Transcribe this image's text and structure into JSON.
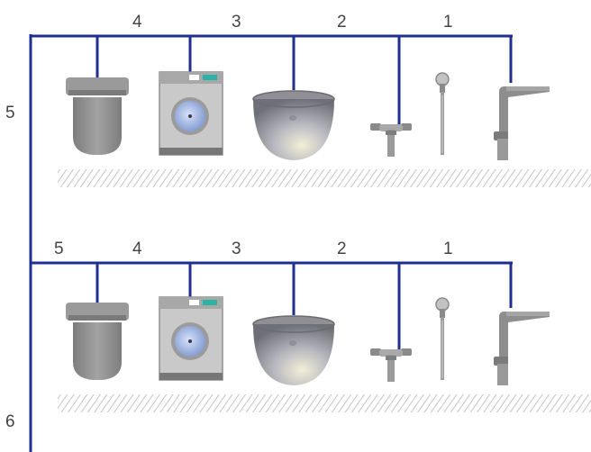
{
  "colors": {
    "pipe": "#1f2f8f",
    "fixture_dark": "#8a8a8a",
    "fixture_mid": "#a9a9a9",
    "fixture_light": "#d2d2d2",
    "drum_blue": "#a7bde8",
    "floor_hatch": "#c9c9c9"
  },
  "rows": [
    {
      "segment_labels": [
        "4",
        "3",
        "2",
        "1"
      ],
      "riser_label": "5",
      "fixtures": [
        {
          "icon": "toilet-icon"
        },
        {
          "icon": "washing-machine-icon"
        },
        {
          "icon": "washbasin-icon"
        },
        {
          "icon": "shower-mixer-icon"
        },
        {
          "icon": "hand-shower-icon"
        },
        {
          "icon": "kitchen-faucet-icon"
        }
      ]
    },
    {
      "segment_labels": [
        "5",
        "4",
        "3",
        "2",
        "1"
      ],
      "riser_label": "6",
      "fixtures": [
        {
          "icon": "toilet-icon"
        },
        {
          "icon": "washing-machine-icon"
        },
        {
          "icon": "washbasin-icon"
        },
        {
          "icon": "shower-mixer-icon"
        },
        {
          "icon": "hand-shower-icon"
        },
        {
          "icon": "kitchen-faucet-icon"
        }
      ]
    }
  ]
}
